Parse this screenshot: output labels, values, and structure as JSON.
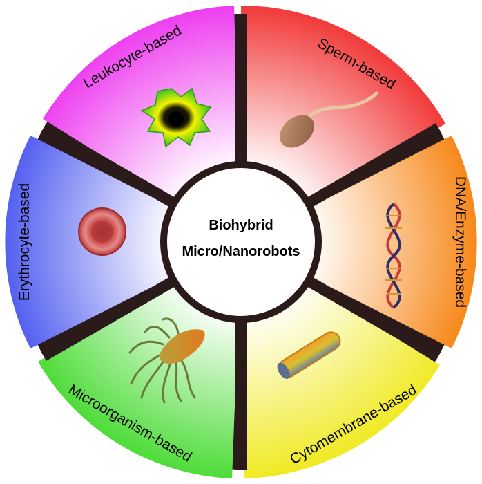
{
  "center": {
    "line1": "Biohybrid",
    "line2": "Micro/Nanorobots"
  },
  "segments": [
    {
      "label": "Sperm-based",
      "color": "#f23b3b",
      "icon": "sperm-icon"
    },
    {
      "label": "DNA/Enzyme-based",
      "color": "#f7891c",
      "icon": "dna-helix-icon"
    },
    {
      "label": "Cytomembrane-based",
      "color": "#f0ea25",
      "icon": "cytomembrane-rod-icon"
    },
    {
      "label": "Microorganism-based",
      "color": "#4fdc3a",
      "icon": "microorganism-icon"
    },
    {
      "label": "Erythrocyte-based",
      "color": "#5561f0",
      "icon": "erythrocyte-icon"
    },
    {
      "label": "Leukocyte-based",
      "color": "#ee3ff0",
      "icon": "leukocyte-icon"
    }
  ],
  "colors": {
    "divider": "#2b1a1a",
    "center_fill": "#ffffff",
    "center_stroke": "#2b1a1a"
  }
}
